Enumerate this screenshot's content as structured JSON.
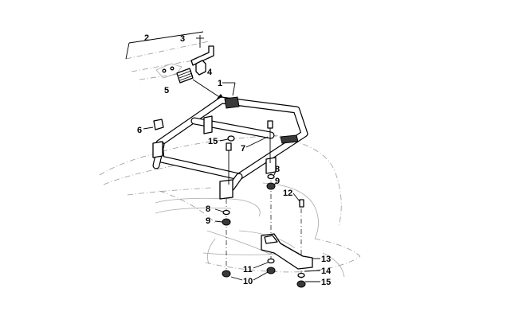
{
  "diagram": {
    "callouts": [
      {
        "id": "1",
        "label": "1"
      },
      {
        "id": "2",
        "label": "2"
      },
      {
        "id": "3",
        "label": "3"
      },
      {
        "id": "4",
        "label": "4"
      },
      {
        "id": "5",
        "label": "5"
      },
      {
        "id": "6",
        "label": "6"
      },
      {
        "id": "7",
        "label": "7"
      },
      {
        "id": "8a",
        "label": "8"
      },
      {
        "id": "8b",
        "label": "8"
      },
      {
        "id": "9a",
        "label": "9"
      },
      {
        "id": "9b",
        "label": "9"
      },
      {
        "id": "10",
        "label": "10"
      },
      {
        "id": "11",
        "label": "11"
      },
      {
        "id": "12",
        "label": "12"
      },
      {
        "id": "13",
        "label": "13"
      },
      {
        "id": "14",
        "label": "14"
      },
      {
        "id": "15a",
        "label": "15"
      },
      {
        "id": "15b",
        "label": "15"
      }
    ]
  }
}
